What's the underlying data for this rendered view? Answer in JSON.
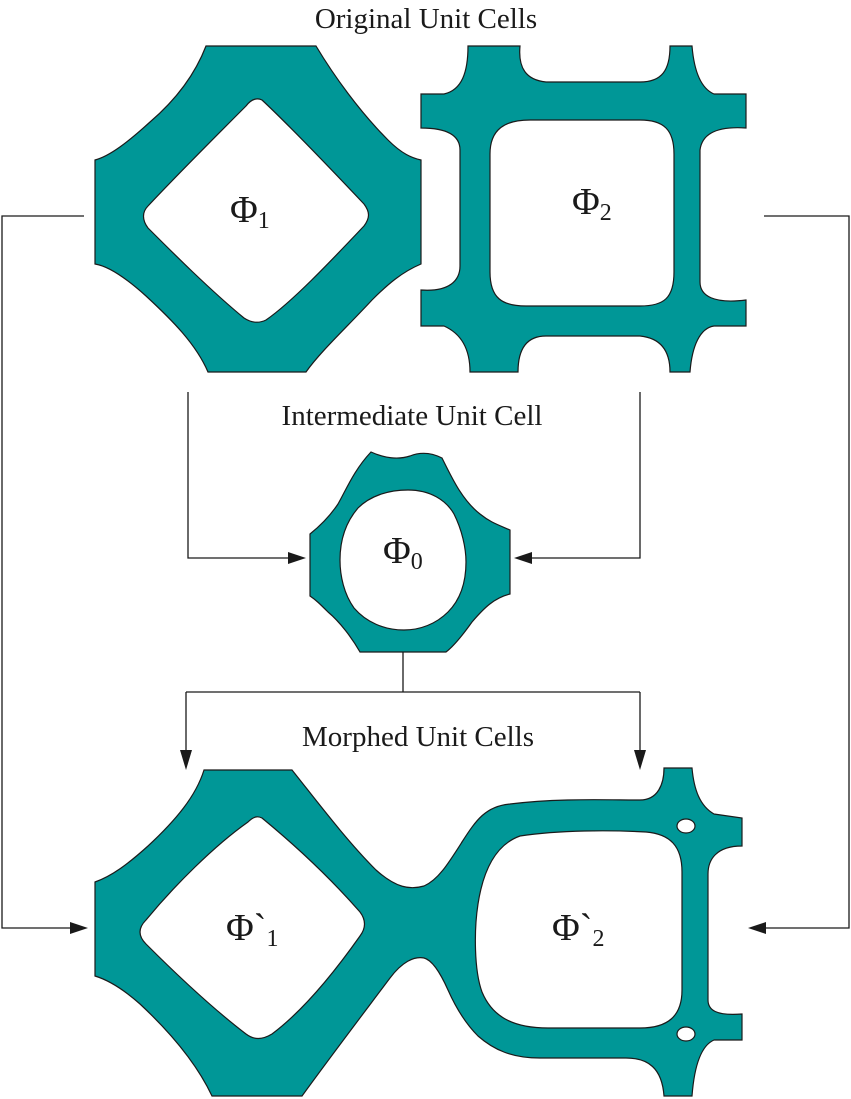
{
  "titles": {
    "original": "Original Unit Cells",
    "intermediate": "Intermediate Unit Cell",
    "morphed": "Morphed Unit Cells"
  },
  "cells": {
    "phi1": {
      "symbol": "Φ",
      "subscript": "1"
    },
    "phi2": {
      "symbol": "Φ",
      "subscript": "2"
    },
    "phi0": {
      "symbol": "Φ",
      "subscript": "0"
    },
    "morphed1": {
      "symbol": "Φ`",
      "subscript": "1"
    },
    "morphed2": {
      "symbol": "Φ`",
      "subscript": "2"
    }
  },
  "colors": {
    "material": "#009797",
    "outline": "#1a1a1a",
    "background": "#ffffff"
  }
}
